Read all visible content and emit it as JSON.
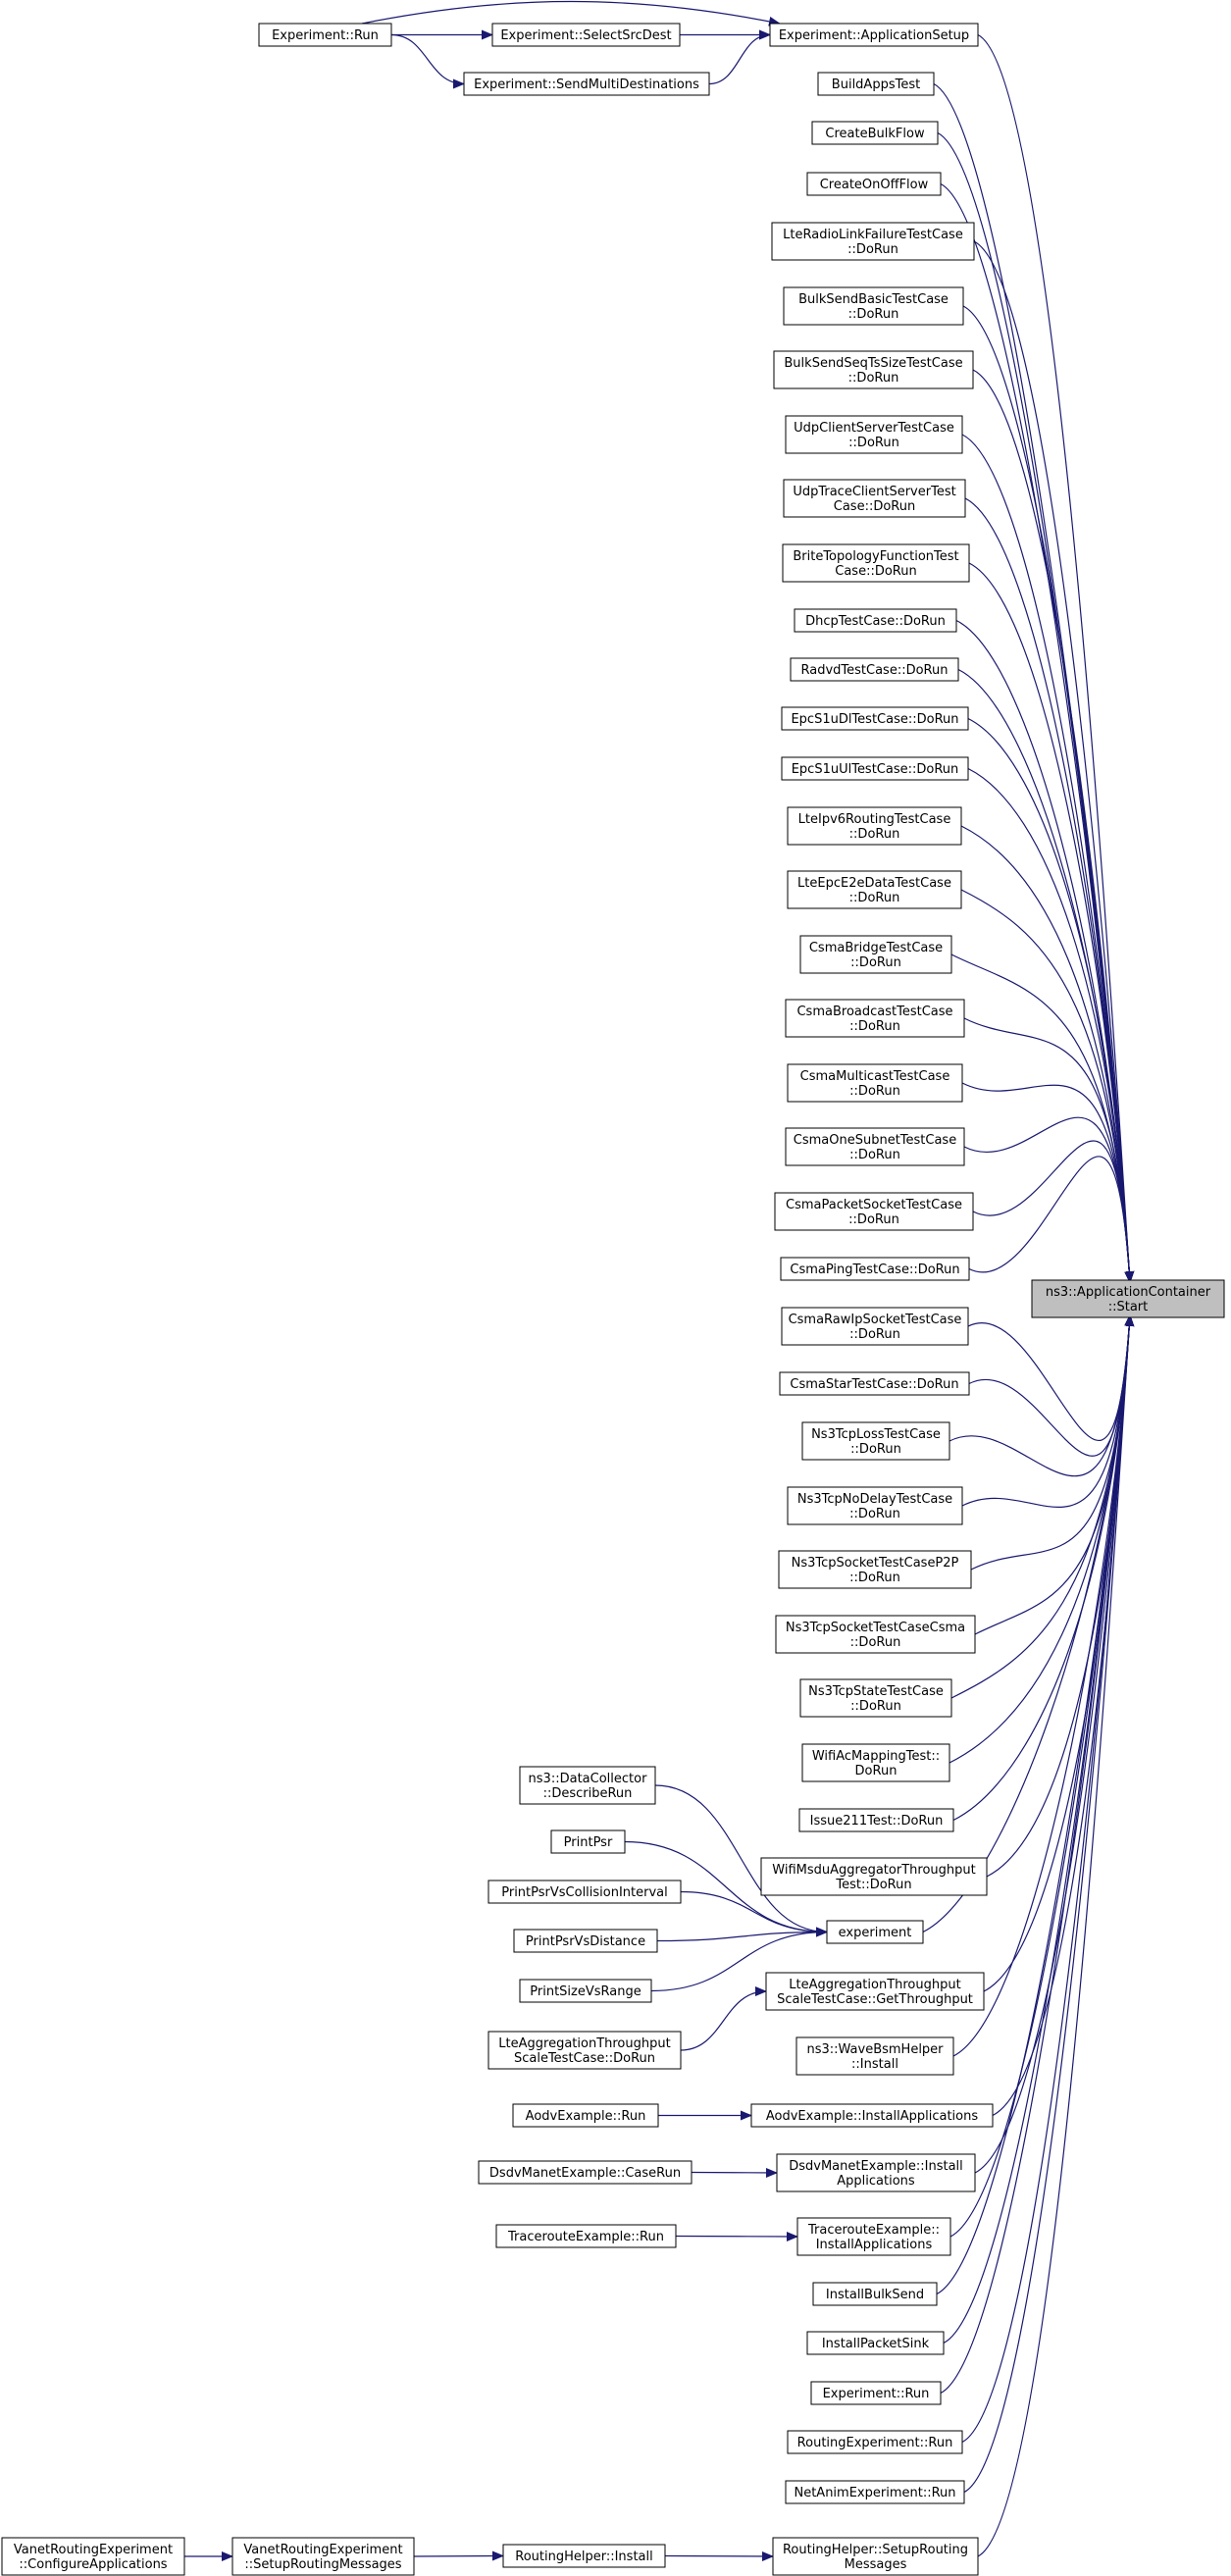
{
  "colors": {
    "edge": "#191970",
    "node_border": "#000000",
    "node_fill": "#ffffff",
    "focus_fill": "#bfbfbf",
    "text": "#000000"
  },
  "target": {
    "lines": [
      "ns3::ApplicationContainer",
      "::Start"
    ]
  },
  "nodes": [
    {
      "id": "exp_run_top",
      "lines": [
        "Experiment::Run"
      ]
    },
    {
      "id": "exp_select",
      "lines": [
        "Experiment::SelectSrcDest"
      ]
    },
    {
      "id": "exp_appsetup",
      "lines": [
        "Experiment::ApplicationSetup"
      ]
    },
    {
      "id": "exp_sendmulti",
      "lines": [
        "Experiment::SendMultiDestinations"
      ]
    },
    {
      "id": "buildapps",
      "lines": [
        "BuildAppsTest"
      ]
    },
    {
      "id": "createbulk",
      "lines": [
        "CreateBulkFlow"
      ]
    },
    {
      "id": "createonoff",
      "lines": [
        "CreateOnOffFlow"
      ]
    },
    {
      "id": "lterlf",
      "lines": [
        "LteRadioLinkFailureTestCase",
        "::DoRun"
      ]
    },
    {
      "id": "bulkbasic",
      "lines": [
        "BulkSendBasicTestCase",
        "::DoRun"
      ]
    },
    {
      "id": "bulkseq",
      "lines": [
        "BulkSendSeqTsSizeTestCase",
        "::DoRun"
      ]
    },
    {
      "id": "udpcs",
      "lines": [
        "UdpClientServerTestCase",
        "::DoRun"
      ]
    },
    {
      "id": "udptrace",
      "lines": [
        "UdpTraceClientServerTest",
        "Case::DoRun"
      ]
    },
    {
      "id": "brite",
      "lines": [
        "BriteTopologyFunctionTest",
        "Case::DoRun"
      ]
    },
    {
      "id": "dhcp",
      "lines": [
        "DhcpTestCase::DoRun"
      ]
    },
    {
      "id": "radvd",
      "lines": [
        "RadvdTestCase::DoRun"
      ]
    },
    {
      "id": "epcdl",
      "lines": [
        "EpcS1uDlTestCase::DoRun"
      ]
    },
    {
      "id": "epcul",
      "lines": [
        "EpcS1uUlTestCase::DoRun"
      ]
    },
    {
      "id": "lteipv6",
      "lines": [
        "LteIpv6RoutingTestCase",
        "::DoRun"
      ]
    },
    {
      "id": "lteepc",
      "lines": [
        "LteEpcE2eDataTestCase",
        "::DoRun"
      ]
    },
    {
      "id": "csmabridge",
      "lines": [
        "CsmaBridgeTestCase",
        "::DoRun"
      ]
    },
    {
      "id": "csmabcast",
      "lines": [
        "CsmaBroadcastTestCase",
        "::DoRun"
      ]
    },
    {
      "id": "csmamcast",
      "lines": [
        "CsmaMulticastTestCase",
        "::DoRun"
      ]
    },
    {
      "id": "csmaone",
      "lines": [
        "CsmaOneSubnetTestCase",
        "::DoRun"
      ]
    },
    {
      "id": "csmapacket",
      "lines": [
        "CsmaPacketSocketTestCase",
        "::DoRun"
      ]
    },
    {
      "id": "csmaping",
      "lines": [
        "CsmaPingTestCase::DoRun"
      ]
    },
    {
      "id": "csmaraw",
      "lines": [
        "CsmaRawIpSocketTestCase",
        "::DoRun"
      ]
    },
    {
      "id": "csmastar",
      "lines": [
        "CsmaStarTestCase::DoRun"
      ]
    },
    {
      "id": "tcploss",
      "lines": [
        "Ns3TcpLossTestCase",
        "::DoRun"
      ]
    },
    {
      "id": "tcpnodelay",
      "lines": [
        "Ns3TcpNoDelayTestCase",
        "::DoRun"
      ]
    },
    {
      "id": "tcpp2p",
      "lines": [
        "Ns3TcpSocketTestCaseP2P",
        "::DoRun"
      ]
    },
    {
      "id": "tcpcsma",
      "lines": [
        "Ns3TcpSocketTestCaseCsma",
        "::DoRun"
      ]
    },
    {
      "id": "tcpstate",
      "lines": [
        "Ns3TcpStateTestCase",
        "::DoRun"
      ]
    },
    {
      "id": "wifiac",
      "lines": [
        "WifiAcMappingTest::",
        "DoRun"
      ]
    },
    {
      "id": "issue211",
      "lines": [
        "Issue211Test::DoRun"
      ]
    },
    {
      "id": "wifimsdu",
      "lines": [
        "WifiMsduAggregatorThroughput",
        "Test::DoRun"
      ]
    },
    {
      "id": "datacollector",
      "lines": [
        "ns3::DataCollector",
        "::DescribeRun"
      ]
    },
    {
      "id": "printpsr",
      "lines": [
        "PrintPsr"
      ]
    },
    {
      "id": "printpsrcoll",
      "lines": [
        "PrintPsrVsCollisionInterval"
      ]
    },
    {
      "id": "printpsrdist",
      "lines": [
        "PrintPsrVsDistance"
      ]
    },
    {
      "id": "printsize",
      "lines": [
        "PrintSizeVsRange"
      ]
    },
    {
      "id": "experiment",
      "lines": [
        "experiment"
      ]
    },
    {
      "id": "lteagg_get",
      "lines": [
        "LteAggregationThroughput",
        "ScaleTestCase::GetThroughput"
      ]
    },
    {
      "id": "lteagg_run",
      "lines": [
        "LteAggregationThroughput",
        "ScaleTestCase::DoRun"
      ]
    },
    {
      "id": "wavebsm",
      "lines": [
        "ns3::WaveBsmHelper",
        "::Install"
      ]
    },
    {
      "id": "aodvrun",
      "lines": [
        "AodvExample::Run"
      ]
    },
    {
      "id": "aodvinstall",
      "lines": [
        "AodvExample::InstallApplications"
      ]
    },
    {
      "id": "dsdvcase",
      "lines": [
        "DsdvManetExample::CaseRun"
      ]
    },
    {
      "id": "dsdvinstall",
      "lines": [
        "DsdvManetExample::Install",
        "Applications"
      ]
    },
    {
      "id": "tracerun",
      "lines": [
        "TracerouteExample::Run"
      ]
    },
    {
      "id": "traceinstall",
      "lines": [
        "TracerouteExample::",
        "InstallApplications"
      ]
    },
    {
      "id": "installbulk",
      "lines": [
        "InstallBulkSend"
      ]
    },
    {
      "id": "installsink",
      "lines": [
        "InstallPacketSink"
      ]
    },
    {
      "id": "exprun2",
      "lines": [
        "Experiment::Run"
      ]
    },
    {
      "id": "routingexp",
      "lines": [
        "RoutingExperiment::Run"
      ]
    },
    {
      "id": "netanim",
      "lines": [
        "NetAnimExperiment::Run"
      ]
    },
    {
      "id": "vanetconf",
      "lines": [
        "VanetRoutingExperiment",
        "::ConfigureApplications"
      ]
    },
    {
      "id": "vanetsetup",
      "lines": [
        "VanetRoutingExperiment",
        "::SetupRoutingMessages"
      ]
    },
    {
      "id": "routinginstall",
      "lines": [
        "RoutingHelper::Install"
      ]
    },
    {
      "id": "routingsetup",
      "lines": [
        "RoutingHelper::SetupRouting",
        "Messages"
      ]
    }
  ],
  "edges": [
    [
      "exp_run_top",
      "exp_select"
    ],
    [
      "exp_run_top",
      "exp_appsetup"
    ],
    [
      "exp_run_top",
      "exp_sendmulti"
    ],
    [
      "exp_select",
      "exp_appsetup"
    ],
    [
      "exp_sendmulti",
      "exp_appsetup"
    ],
    [
      "exp_appsetup",
      "target"
    ],
    [
      "buildapps",
      "target"
    ],
    [
      "createbulk",
      "target"
    ],
    [
      "createonoff",
      "target"
    ],
    [
      "lterlf",
      "target"
    ],
    [
      "bulkbasic",
      "target"
    ],
    [
      "bulkseq",
      "target"
    ],
    [
      "udpcs",
      "target"
    ],
    [
      "udptrace",
      "target"
    ],
    [
      "brite",
      "target"
    ],
    [
      "dhcp",
      "target"
    ],
    [
      "radvd",
      "target"
    ],
    [
      "epcdl",
      "target"
    ],
    [
      "epcul",
      "target"
    ],
    [
      "lteipv6",
      "target"
    ],
    [
      "lteepc",
      "target"
    ],
    [
      "csmabridge",
      "target"
    ],
    [
      "csmabcast",
      "target"
    ],
    [
      "csmamcast",
      "target"
    ],
    [
      "csmaone",
      "target"
    ],
    [
      "csmapacket",
      "target"
    ],
    [
      "csmaping",
      "target"
    ],
    [
      "csmaraw",
      "target"
    ],
    [
      "csmastar",
      "target"
    ],
    [
      "tcploss",
      "target"
    ],
    [
      "tcpnodelay",
      "target"
    ],
    [
      "tcpp2p",
      "target"
    ],
    [
      "tcpcsma",
      "target"
    ],
    [
      "tcpstate",
      "target"
    ],
    [
      "wifiac",
      "target"
    ],
    [
      "issue211",
      "target"
    ],
    [
      "wifimsdu",
      "target"
    ],
    [
      "datacollector",
      "experiment"
    ],
    [
      "printpsr",
      "experiment"
    ],
    [
      "printpsrcoll",
      "experiment"
    ],
    [
      "printpsrdist",
      "experiment"
    ],
    [
      "printsize",
      "experiment"
    ],
    [
      "experiment",
      "target"
    ],
    [
      "lteagg_run",
      "lteagg_get"
    ],
    [
      "lteagg_get",
      "target"
    ],
    [
      "wavebsm",
      "target"
    ],
    [
      "aodvrun",
      "aodvinstall"
    ],
    [
      "aodvinstall",
      "target"
    ],
    [
      "dsdvcase",
      "dsdvinstall"
    ],
    [
      "dsdvinstall",
      "target"
    ],
    [
      "tracerun",
      "traceinstall"
    ],
    [
      "traceinstall",
      "target"
    ],
    [
      "installbulk",
      "target"
    ],
    [
      "installsink",
      "target"
    ],
    [
      "exprun2",
      "target"
    ],
    [
      "routingexp",
      "target"
    ],
    [
      "netanim",
      "target"
    ],
    [
      "vanetconf",
      "vanetsetup"
    ],
    [
      "vanetsetup",
      "routinginstall"
    ],
    [
      "routinginstall",
      "routingsetup"
    ],
    [
      "routingsetup",
      "target"
    ]
  ]
}
